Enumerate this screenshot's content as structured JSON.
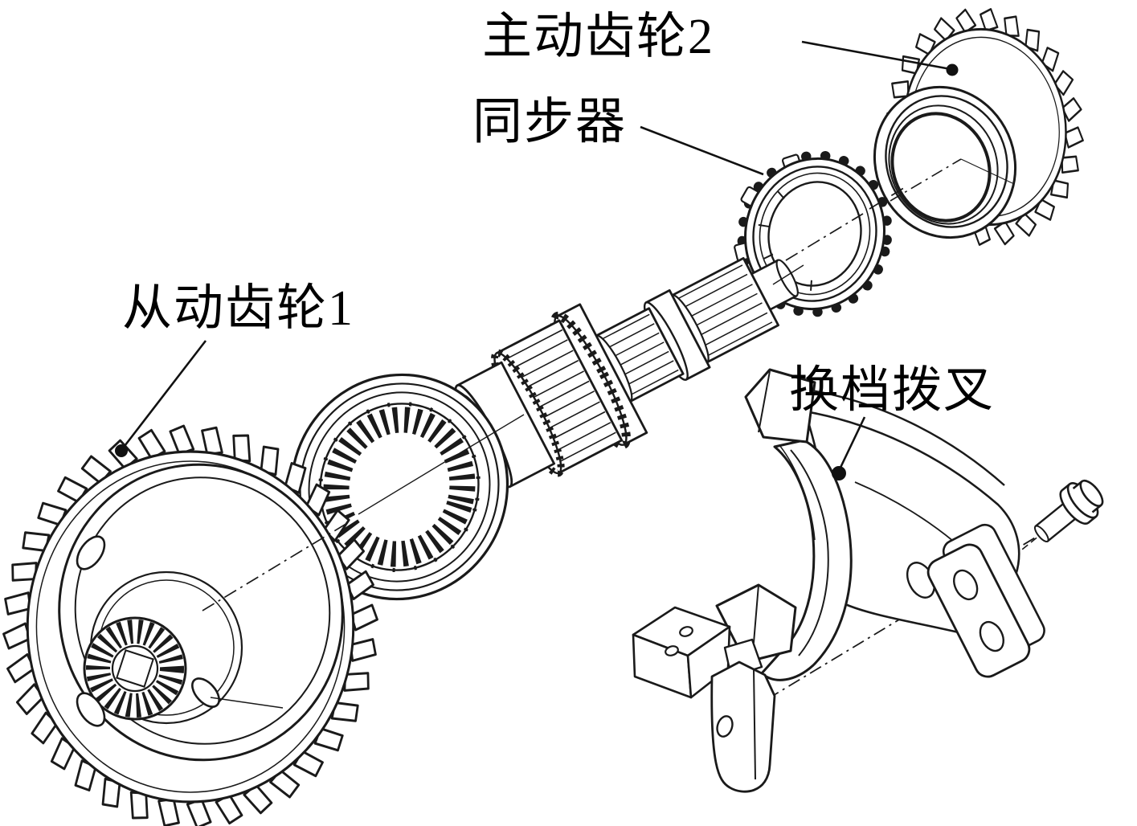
{
  "diagram": {
    "background_color": "#ffffff",
    "line_color": "#1a1a1a",
    "text_color": "#000000",
    "labels": {
      "driving_gear_2": "主动齿轮2",
      "synchronizer": "同步器",
      "driven_gear_1": "从动齿轮1",
      "shift_fork": "换档拨叉"
    }
  }
}
